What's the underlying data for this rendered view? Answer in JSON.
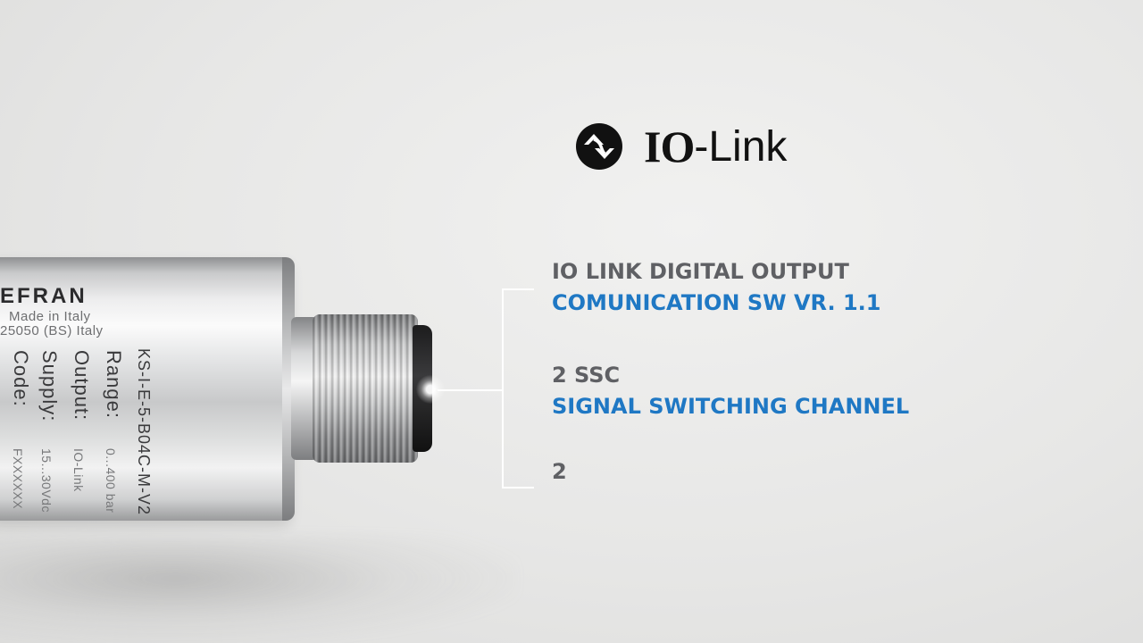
{
  "logo": {
    "icon": "io-link-arrows-icon",
    "io_text": "IO",
    "link_text": "-Link"
  },
  "sensor": {
    "brand": "EFRAN",
    "made_in": "Made in Italy",
    "address": "25050 (BS) Italy",
    "model_label": "KS-I-E-5-B04C-M-V2",
    "range_label": "Range:",
    "range_value": "0...400 bar",
    "output_label": "Output:",
    "output_value": "IO-Link",
    "supply_label": "Supply:",
    "supply_value": "15...30Vdc",
    "code_label": "Code:",
    "code_value": "FXXXXXX"
  },
  "specs": [
    {
      "line1": "IO LINK DIGITAL OUTPUT",
      "line2": "COMUNICATION SW VR. 1.1"
    },
    {
      "line1": "2 SSC",
      "line2": "SIGNAL SWITCHING CHANNEL"
    },
    {
      "line1": "2"
    }
  ],
  "colors": {
    "accent_blue": "#1f78c4",
    "label_grey": "#5f6064",
    "logo_black": "#111111"
  }
}
